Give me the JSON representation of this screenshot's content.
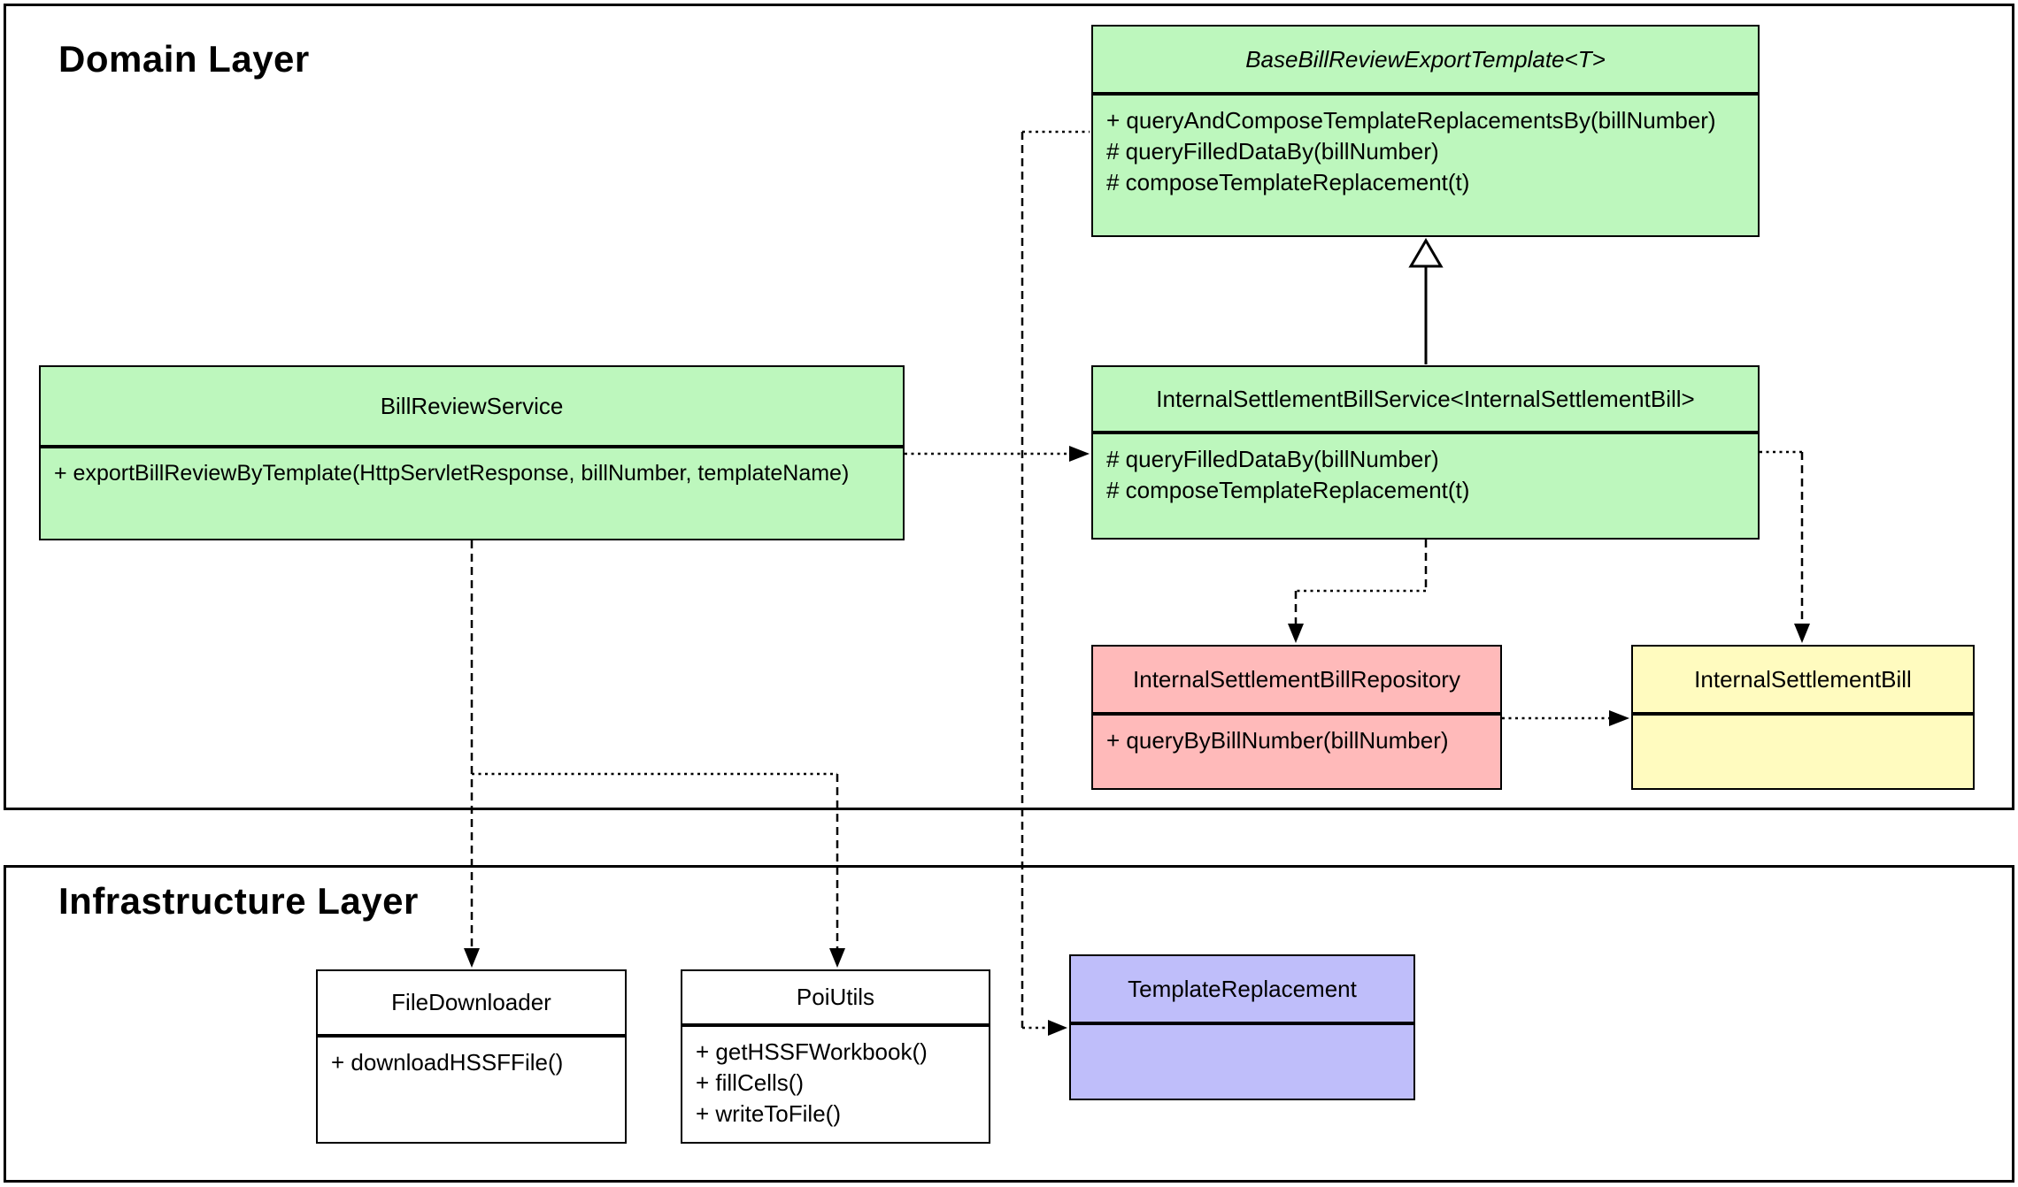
{
  "diagram": {
    "type": "uml-class-diagram",
    "layers": [
      {
        "id": "domain",
        "label": "Domain Layer"
      },
      {
        "id": "infrastructure",
        "label": "Infrastructure Layer"
      }
    ]
  },
  "colors": {
    "class_green": "#bdf7bd",
    "class_pink": "#ffbaba",
    "class_yellow": "#fffbbf",
    "class_purple": "#bfbefa",
    "class_white": "#ffffff",
    "line": "#000000",
    "background": "#ffffff"
  },
  "classes": {
    "base_template": {
      "name": "BaseBillReviewExportTemplate<T>",
      "abstract": true,
      "layer": "domain",
      "methods": [
        "+ queryAndComposeTemplateReplacementsBy(billNumber)",
        "# queryFilledDataBy(billNumber)",
        "# composeTemplateReplacement(t)"
      ]
    },
    "bill_review_service": {
      "name": "BillReviewService",
      "layer": "domain",
      "methods": [
        "+ exportBillReviewByTemplate(HttpServletResponse, billNumber, templateName)"
      ]
    },
    "internal_settlement_bill_service": {
      "name": "InternalSettlementBillService<InternalSettlementBill>",
      "layer": "domain",
      "methods": [
        "# queryFilledDataBy(billNumber)",
        "# composeTemplateReplacement(t)"
      ]
    },
    "internal_settlement_bill_repository": {
      "name": "InternalSettlementBillRepository",
      "layer": "domain",
      "methods": [
        "+ queryByBillNumber(billNumber)"
      ]
    },
    "internal_settlement_bill": {
      "name": "InternalSettlementBill",
      "layer": "domain",
      "methods": []
    },
    "file_downloader": {
      "name": "FileDownloader",
      "layer": "infrastructure",
      "methods": [
        "+ downloadHSSFFile()"
      ]
    },
    "poi_utils": {
      "name": "PoiUtils",
      "layer": "infrastructure",
      "methods": [
        "+ getHSSFWorkbook()",
        "+ fillCells()",
        "+ writeToFile()"
      ]
    },
    "template_replacement": {
      "name": "TemplateReplacement",
      "layer": "infrastructure",
      "methods": []
    }
  },
  "relationships": [
    {
      "from": "InternalSettlementBillService<InternalSettlementBill>",
      "to": "BaseBillReviewExportTemplate<T>",
      "type": "generalization"
    },
    {
      "from": "BillReviewService",
      "to": "BaseBillReviewExportTemplate<T>",
      "type": "dependency"
    },
    {
      "from": "BillReviewService",
      "to": "InternalSettlementBillService<InternalSettlementBill>",
      "type": "dependency"
    },
    {
      "from": "BillReviewService",
      "to": "TemplateReplacement",
      "type": "dependency"
    },
    {
      "from": "BillReviewService",
      "to": "FileDownloader",
      "type": "dependency"
    },
    {
      "from": "BillReviewService",
      "to": "PoiUtils",
      "type": "dependency"
    },
    {
      "from": "InternalSettlementBillService<InternalSettlementBill>",
      "to": "InternalSettlementBillRepository",
      "type": "dependency"
    },
    {
      "from": "InternalSettlementBillService<InternalSettlementBill>",
      "to": "InternalSettlementBill",
      "type": "dependency"
    },
    {
      "from": "InternalSettlementBillRepository",
      "to": "InternalSettlementBill",
      "type": "dependency"
    }
  ]
}
